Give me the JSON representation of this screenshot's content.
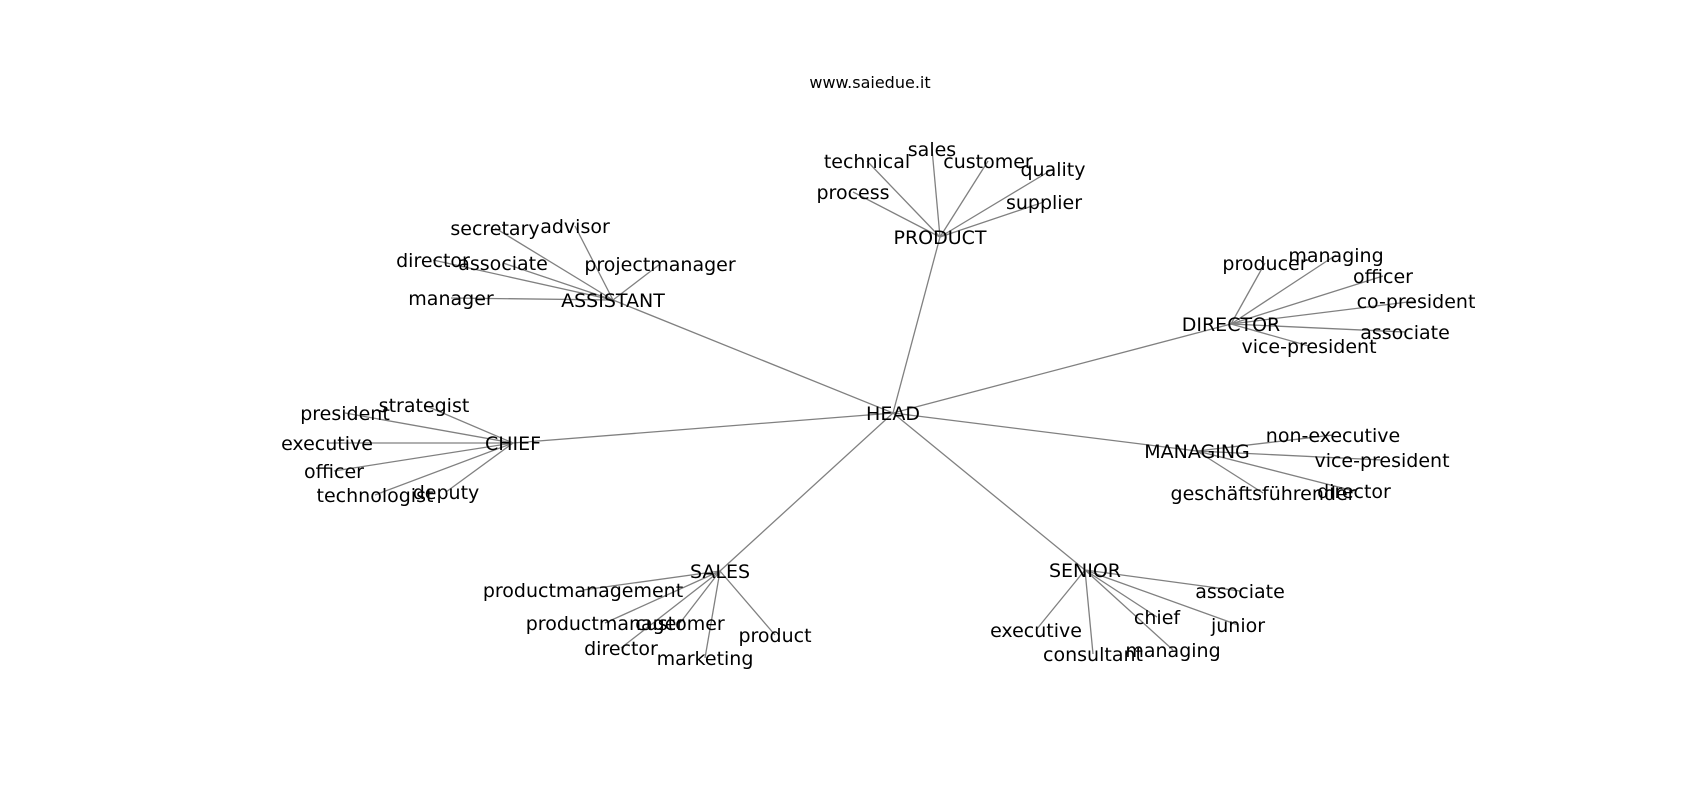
{
  "title": "www.saiedue.it",
  "colors": {
    "edge": "#808080",
    "text": "#000000",
    "background": "#ffffff"
  },
  "root": "HEAD",
  "hubs": [
    {
      "label": "ASSISTANT",
      "leaves": [
        "secretary",
        "advisor",
        "director",
        "associate",
        "projectmanager",
        "manager"
      ]
    },
    {
      "label": "PRODUCT",
      "leaves": [
        "technical",
        "sales",
        "customer",
        "quality",
        "process",
        "supplier"
      ]
    },
    {
      "label": "DIRECTOR",
      "leaves": [
        "producer",
        "managing",
        "officer",
        "co-president",
        "associate",
        "vice-president"
      ]
    },
    {
      "label": "CHIEF",
      "leaves": [
        "strategist",
        "president",
        "executive",
        "officer",
        "technologist",
        "deputy"
      ]
    },
    {
      "label": "MANAGING",
      "leaves": [
        "non-executive",
        "vice-president",
        "geschäftsführender",
        "director"
      ]
    },
    {
      "label": "SALES",
      "leaves": [
        "productmanagement",
        "productmanager",
        "customer",
        "director",
        "marketing",
        "product"
      ]
    },
    {
      "label": "SENIOR",
      "leaves": [
        "associate",
        "chief",
        "junior",
        "executive",
        "consultant",
        "managing"
      ]
    }
  ]
}
